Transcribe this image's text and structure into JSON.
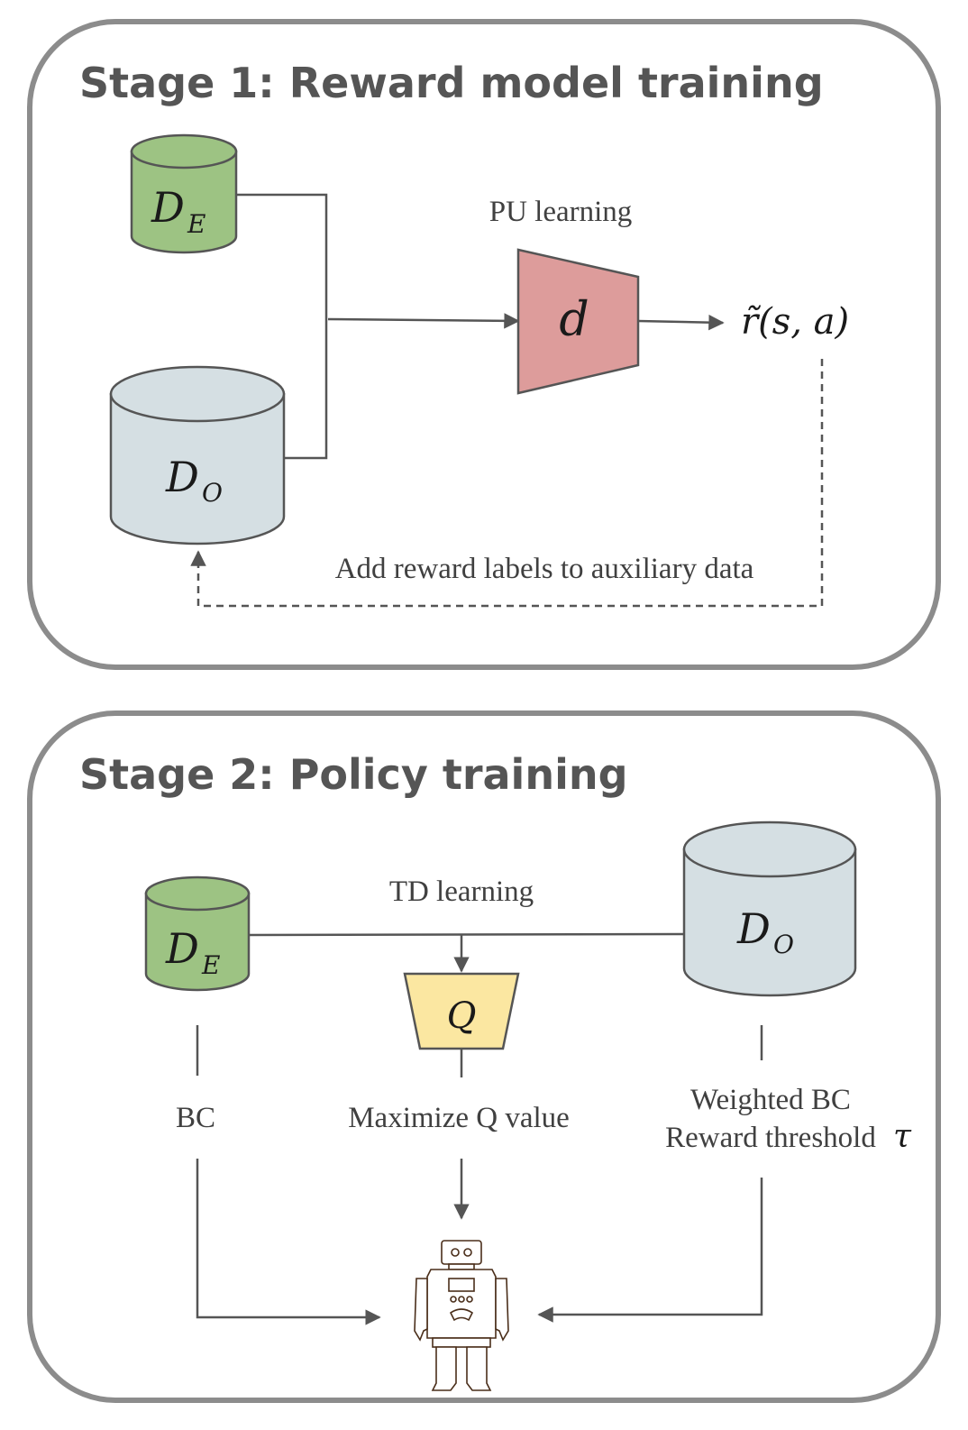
{
  "stage1": {
    "title": "Stage 1: Reward model training",
    "pu_label": "PU learning",
    "disc_symbol": "d",
    "reward_symbol": "r̃(s, a)",
    "feedback_label": "Add reward labels to auxiliary data",
    "de_main": "D",
    "de_sub": "E",
    "do_main": "D",
    "do_sub": "O"
  },
  "stage2": {
    "title": "Stage 2: Policy training",
    "td_label": "TD learning",
    "q_symbol": "Q",
    "bc_label": "BC",
    "maxq_label": "Maximize Q value",
    "weighted_label": "Weighted BC",
    "threshold_label": "Reward threshold",
    "tau_symbol": "τ",
    "de_main": "D",
    "de_sub": "E",
    "do_main": "D",
    "do_sub": "O"
  },
  "colors": {
    "expert_fill": "#9dc383",
    "other_fill": "#d5dfe3",
    "disc_fill": "#dd9c9b",
    "q_fill": "#fbe7a1",
    "stroke": "#555555",
    "frame": "#8c8c8c"
  },
  "icons": {
    "agent": "robot-icon"
  }
}
